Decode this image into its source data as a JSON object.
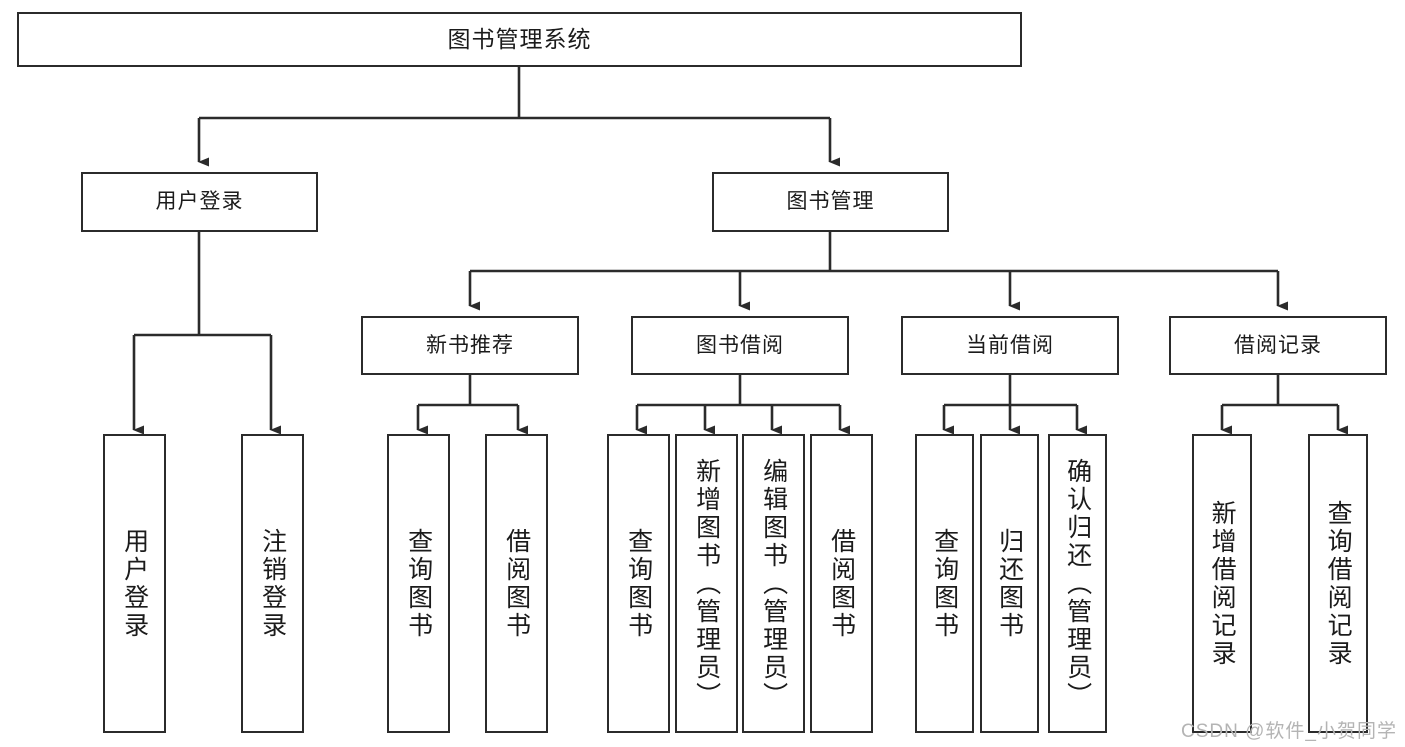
{
  "diagram": {
    "title": "图书管理系统",
    "type": "tree-hierarchy-chart",
    "watermark": "CSDN @软件_小贺同学",
    "colors": {
      "stroke": "#2b2b2b",
      "fill": "#ffffff",
      "text": "#1b1b1b",
      "watermark": "#b4b4b4"
    },
    "root": {
      "label": "图书管理系统"
    },
    "level2": [
      {
        "label": "用户登录"
      },
      {
        "label": "图书管理"
      }
    ],
    "level3": [
      {
        "label": "新书推荐"
      },
      {
        "label": "图书借阅"
      },
      {
        "label": "当前借阅"
      },
      {
        "label": "借阅记录"
      }
    ],
    "leaves": {
      "user_login": [
        {
          "label": "用户登录"
        },
        {
          "label": "注销登录"
        }
      ],
      "new_book_recommend": [
        {
          "label": "查询图书"
        },
        {
          "label": "借阅图书"
        }
      ],
      "book_borrow": [
        {
          "label": "查询图书"
        },
        {
          "label": "新增图书（管理员）"
        },
        {
          "label": "编辑图书（管理员）"
        },
        {
          "label": "借阅图书"
        }
      ],
      "current_borrow": [
        {
          "label": "查询图书"
        },
        {
          "label": "归还图书"
        },
        {
          "label": "确认归还（管理员）"
        }
      ],
      "borrow_record": [
        {
          "label": "新增借阅记录"
        },
        {
          "label": "查询借阅记录"
        }
      ]
    }
  }
}
